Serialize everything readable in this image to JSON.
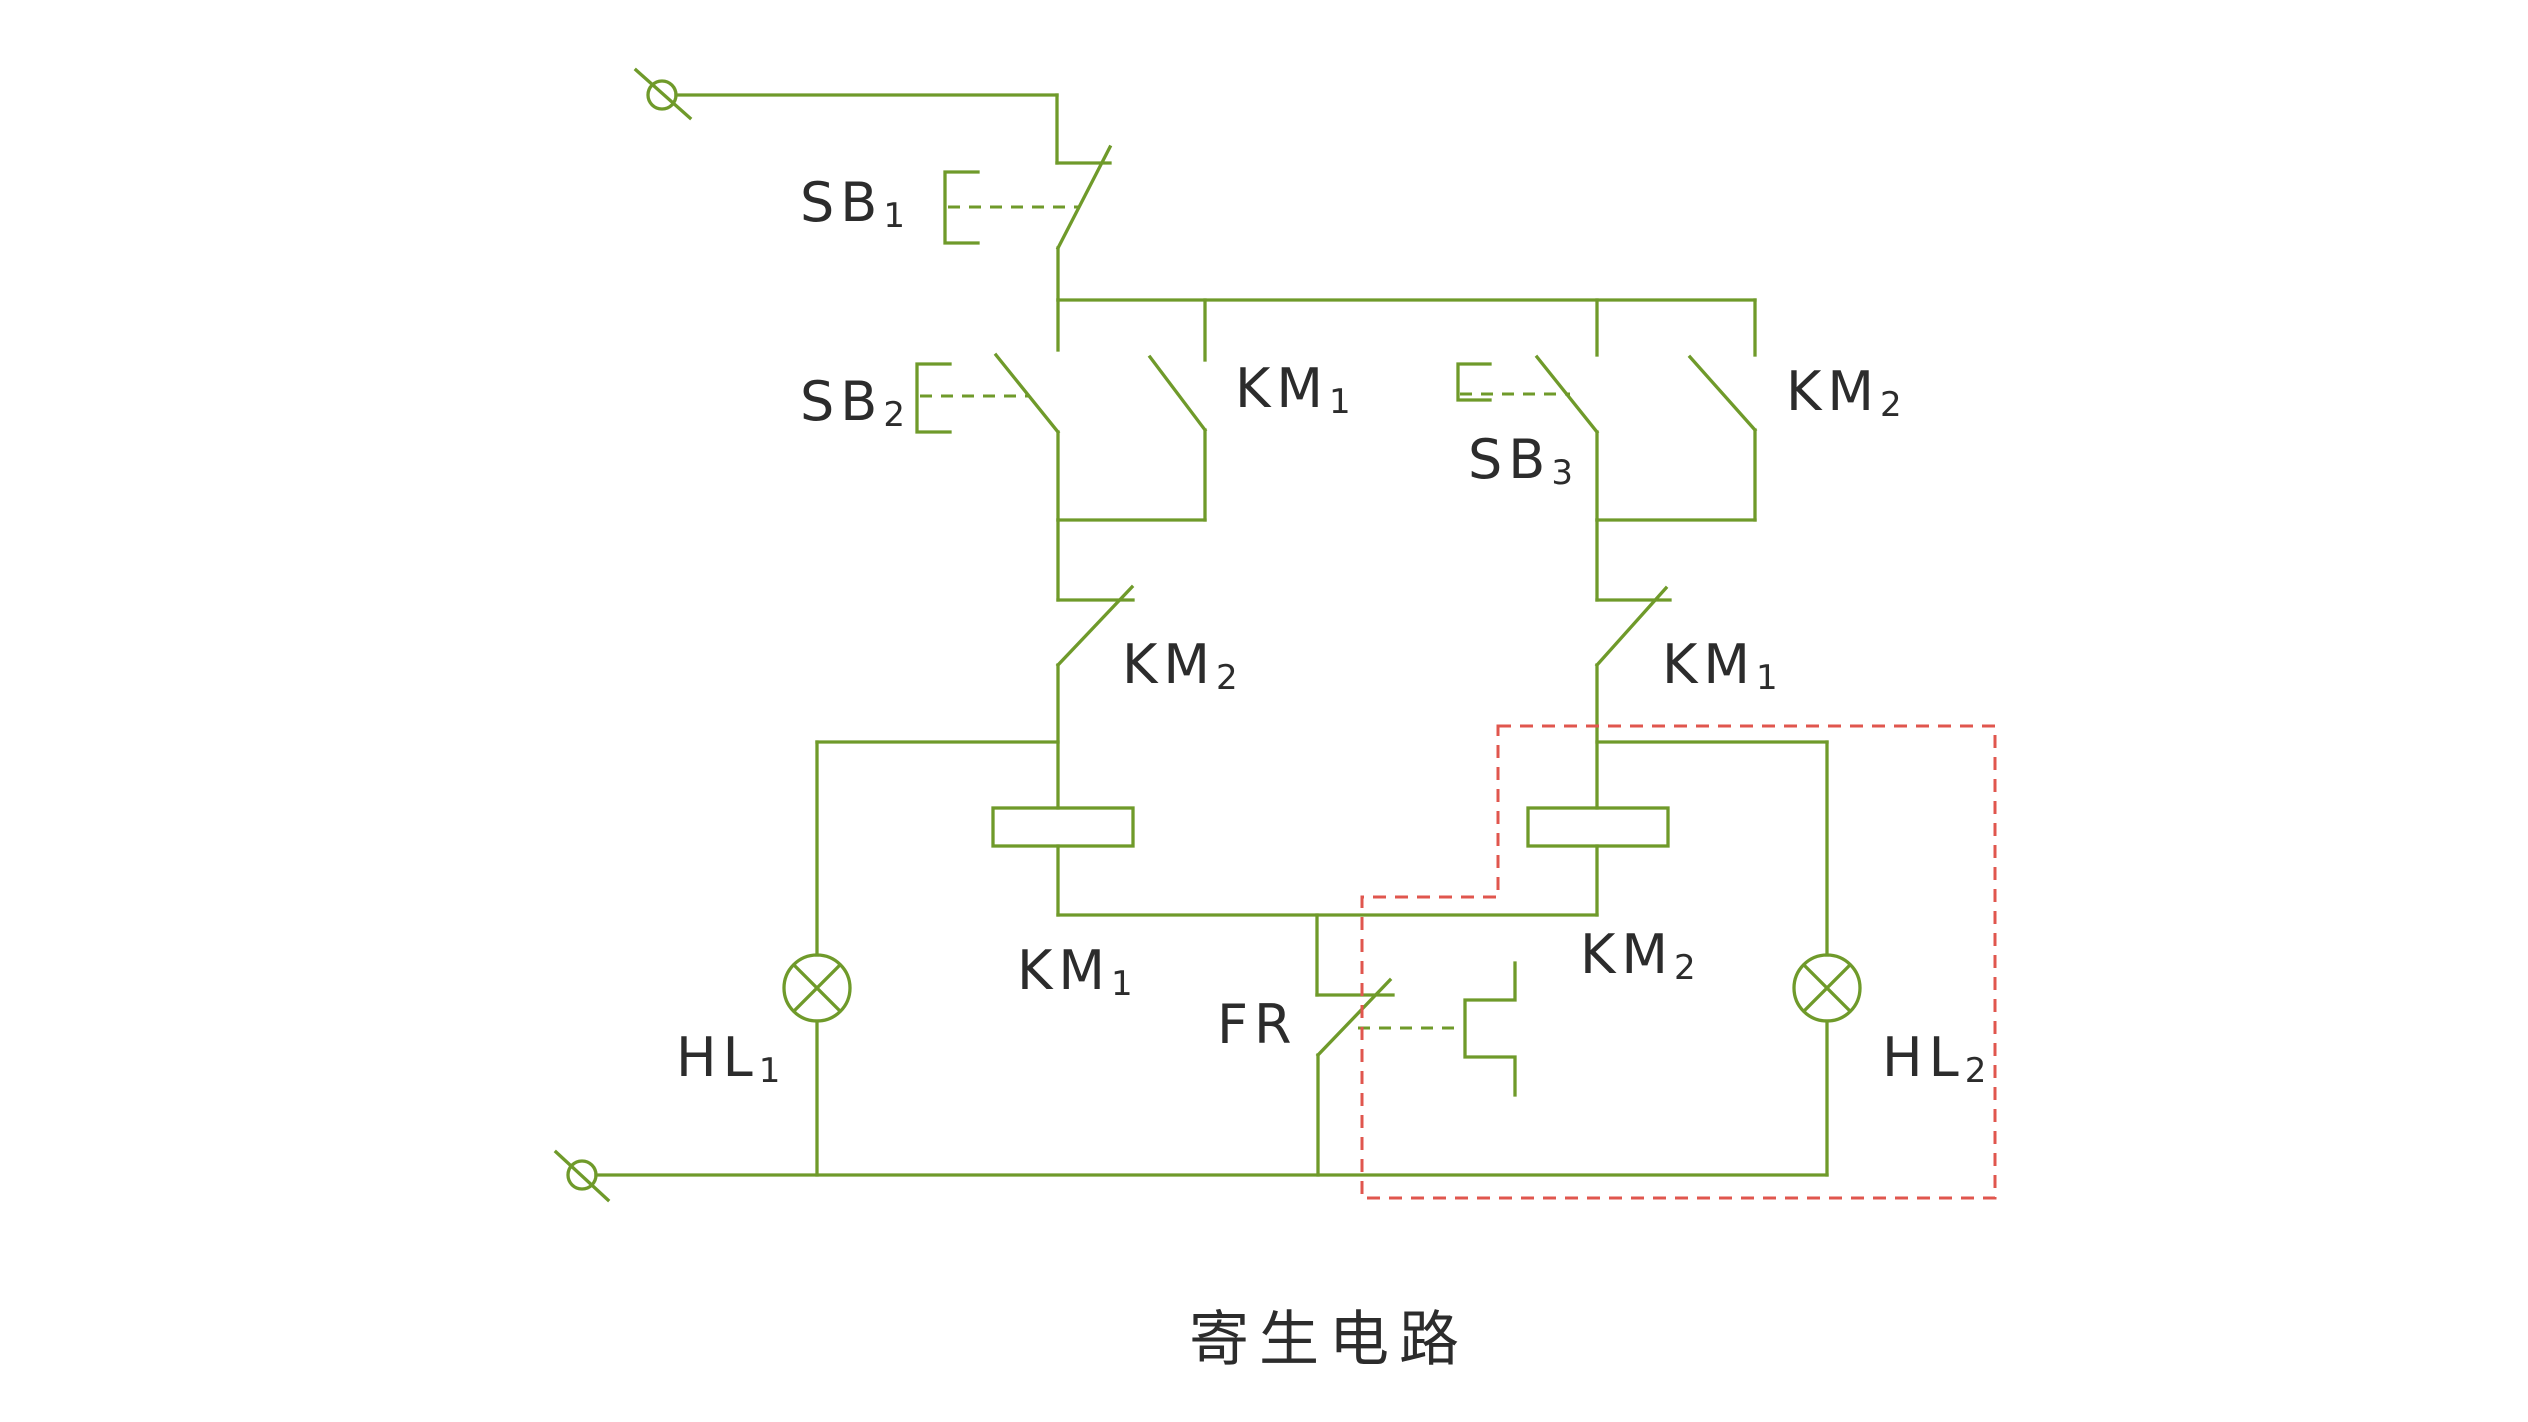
{
  "caption": "寄生电路",
  "labels": {
    "sb1": {
      "main": "SB",
      "sub": "1"
    },
    "sb2": {
      "main": "SB",
      "sub": "2"
    },
    "sb3": {
      "main": "SB",
      "sub": "3"
    },
    "km1_hold": {
      "main": "KM",
      "sub": "1"
    },
    "km2_hold": {
      "main": "KM",
      "sub": "2"
    },
    "km2_int": {
      "main": "KM",
      "sub": "2"
    },
    "km1_int": {
      "main": "KM",
      "sub": "1"
    },
    "km1_coil": {
      "main": "KM",
      "sub": "1"
    },
    "km2_coil": {
      "main": "KM",
      "sub": "2"
    },
    "fr": {
      "main": "FR"
    },
    "hl1": {
      "main": "HL",
      "sub": "1"
    },
    "hl2": {
      "main": "HL",
      "sub": "2"
    }
  },
  "colors": {
    "wire": "#6f9a2a",
    "highlight": "#e0564e",
    "text": "#2c2c2c"
  }
}
